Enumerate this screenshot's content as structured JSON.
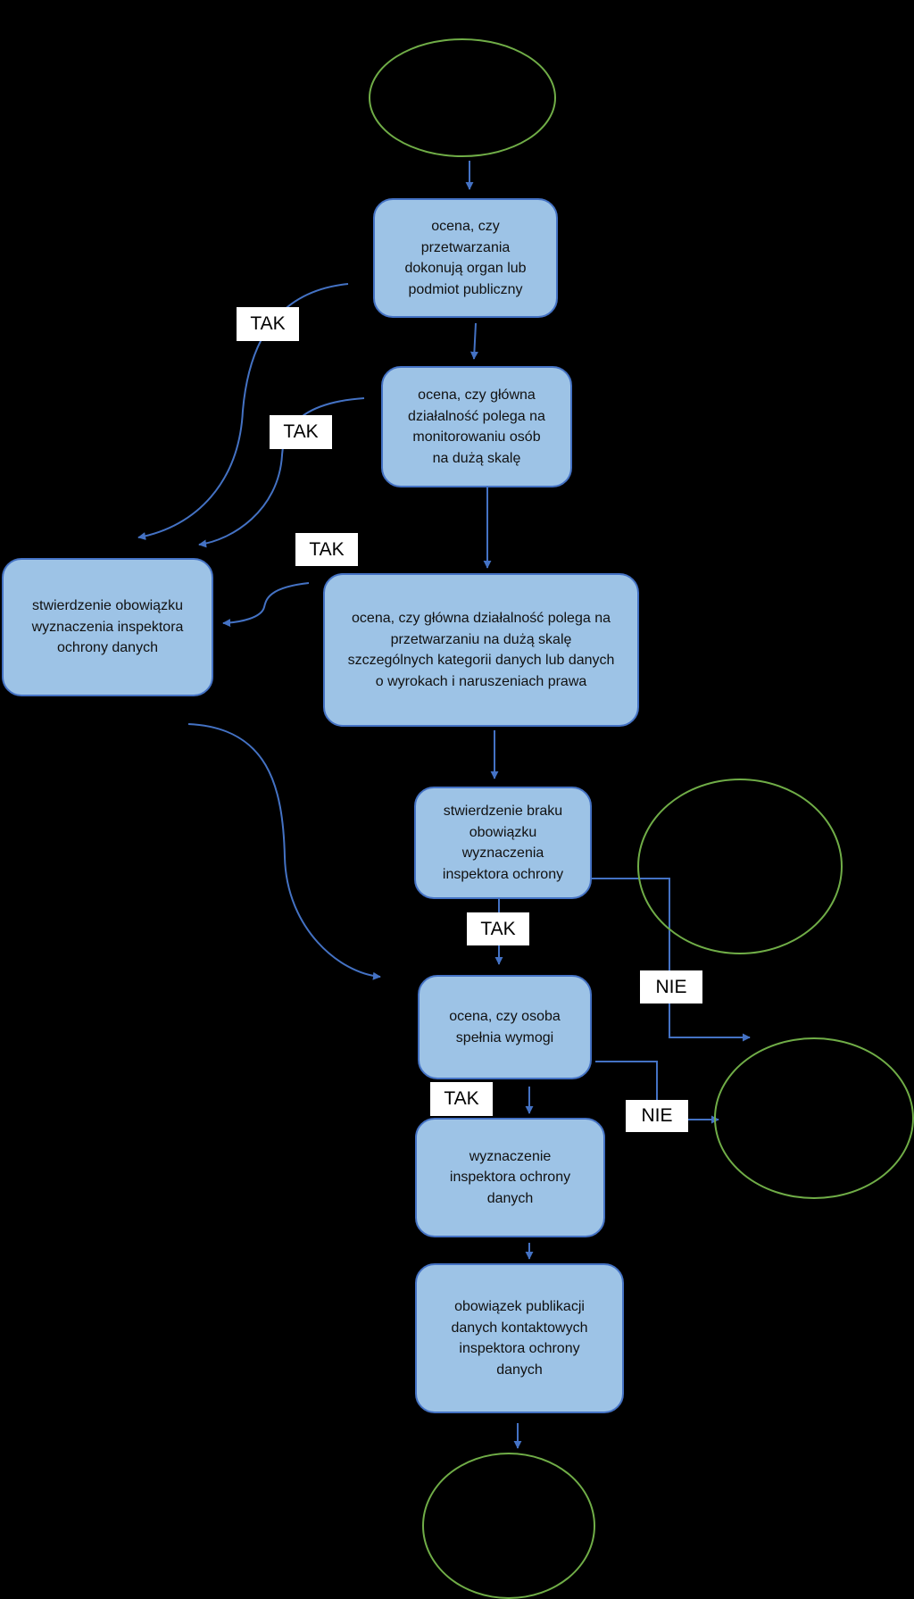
{
  "colors": {
    "background": "#000000",
    "box_fill": "#9dc3e6",
    "box_border": "#4472c4",
    "arrow": "#4472c4",
    "terminal_border": "#70ad47",
    "label_fill": "#ffffff"
  },
  "nodes": {
    "assess_public_body": "ocena, czy przetwarzania dokonują organ lub podmiot publiczny",
    "assess_monitoring": "ocena, czy główna działalność polega na monitorowaniu osób na dużą skalę",
    "assess_special_categories": "ocena, czy główna działalność polega na przetwarzaniu na dużą skalę szczególnych kategorii danych lub danych o wyrokach i naruszeniach prawa",
    "obligation_confirmed": "stwierdzenie obowiązku wyznaczenia inspektora ochrony danych",
    "no_obligation": "stwierdzenie braku obowiązku wyznaczenia inspektora ochrony",
    "assess_requirements": "ocena, czy osoba spełnia wymogi",
    "appoint_dpo": "wyznaczenie inspektora ochrony danych",
    "publish_contact": "obowiązek publikacji danych kontaktowych inspektora ochrony danych"
  },
  "labels": {
    "yes_1": "TAK",
    "yes_2": "TAK",
    "yes_3": "TAK",
    "yes_4": "TAK",
    "yes_5": "TAK",
    "no_1": "NIE",
    "no_2": "NIE"
  }
}
